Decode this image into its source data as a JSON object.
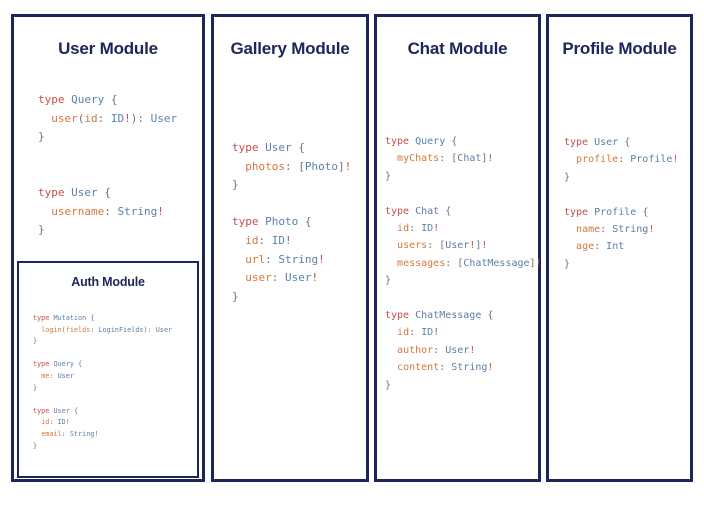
{
  "diagram": {
    "type": "graphql-schema-modules",
    "background_color": "#ffffff",
    "border_color": "#1e2558",
    "title_color": "#1e2558",
    "syntax_colors": {
      "keyword": "#c0504d",
      "type_name": "#5b7fa6",
      "field_name": "#d2793c",
      "punctuation": "#6f737c",
      "non_null_bang": "#c0504d"
    }
  },
  "modules": {
    "user": {
      "title": "User Module",
      "code": "type Query {\n  user(id: ID!): User\n}\n\n\ntype User {\n  username: String!\n}"
    },
    "auth": {
      "title": "Auth Module",
      "code": "type Mutation {\n  login(fields: LoginFields): User\n}\n\ntype Query {\n  me: User\n}\n\ntype User {\n  id: ID!\n  email: String!\n}"
    },
    "gallery": {
      "title": "Gallery Module",
      "code": "type User {\n  photos: [Photo]!\n}\n\ntype Photo {\n  id: ID!\n  url: String!\n  user: User!\n}"
    },
    "chat": {
      "title": "Chat Module",
      "code": "type Query {\n  myChats: [Chat]!\n}\n\ntype Chat {\n  id: ID!\n  users: [User!]!\n  messages: [ChatMessage]!\n}\n\ntype ChatMessage {\n  id: ID!\n  author: User!\n  content: String!\n}"
    },
    "profile": {
      "title": "Profile Module",
      "code": "type User {\n  profile: Profile!\n}\n\ntype Profile {\n  name: String!\n  age: Int\n}"
    }
  }
}
